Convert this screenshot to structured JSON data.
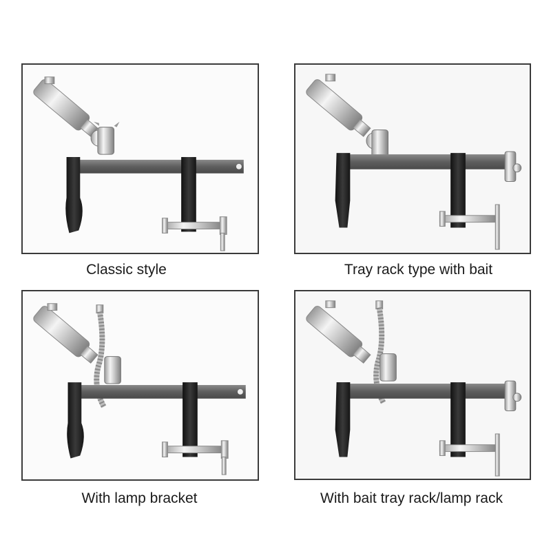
{
  "panels": [
    {
      "caption": "Classic style"
    },
    {
      "caption": "Tray rack type with bait"
    },
    {
      "caption": "With lamp bracket"
    },
    {
      "caption": "With bait tray rack/lamp rack"
    }
  ],
  "colors": {
    "frame_border": "#3a3a3a",
    "bar_gray": "#6d6d6d",
    "handle_black": "#222222",
    "chrome": "#cfcfcf",
    "panel_bg_left": "#fbfbfb",
    "panel_bg_right": "#f7f7f7"
  }
}
